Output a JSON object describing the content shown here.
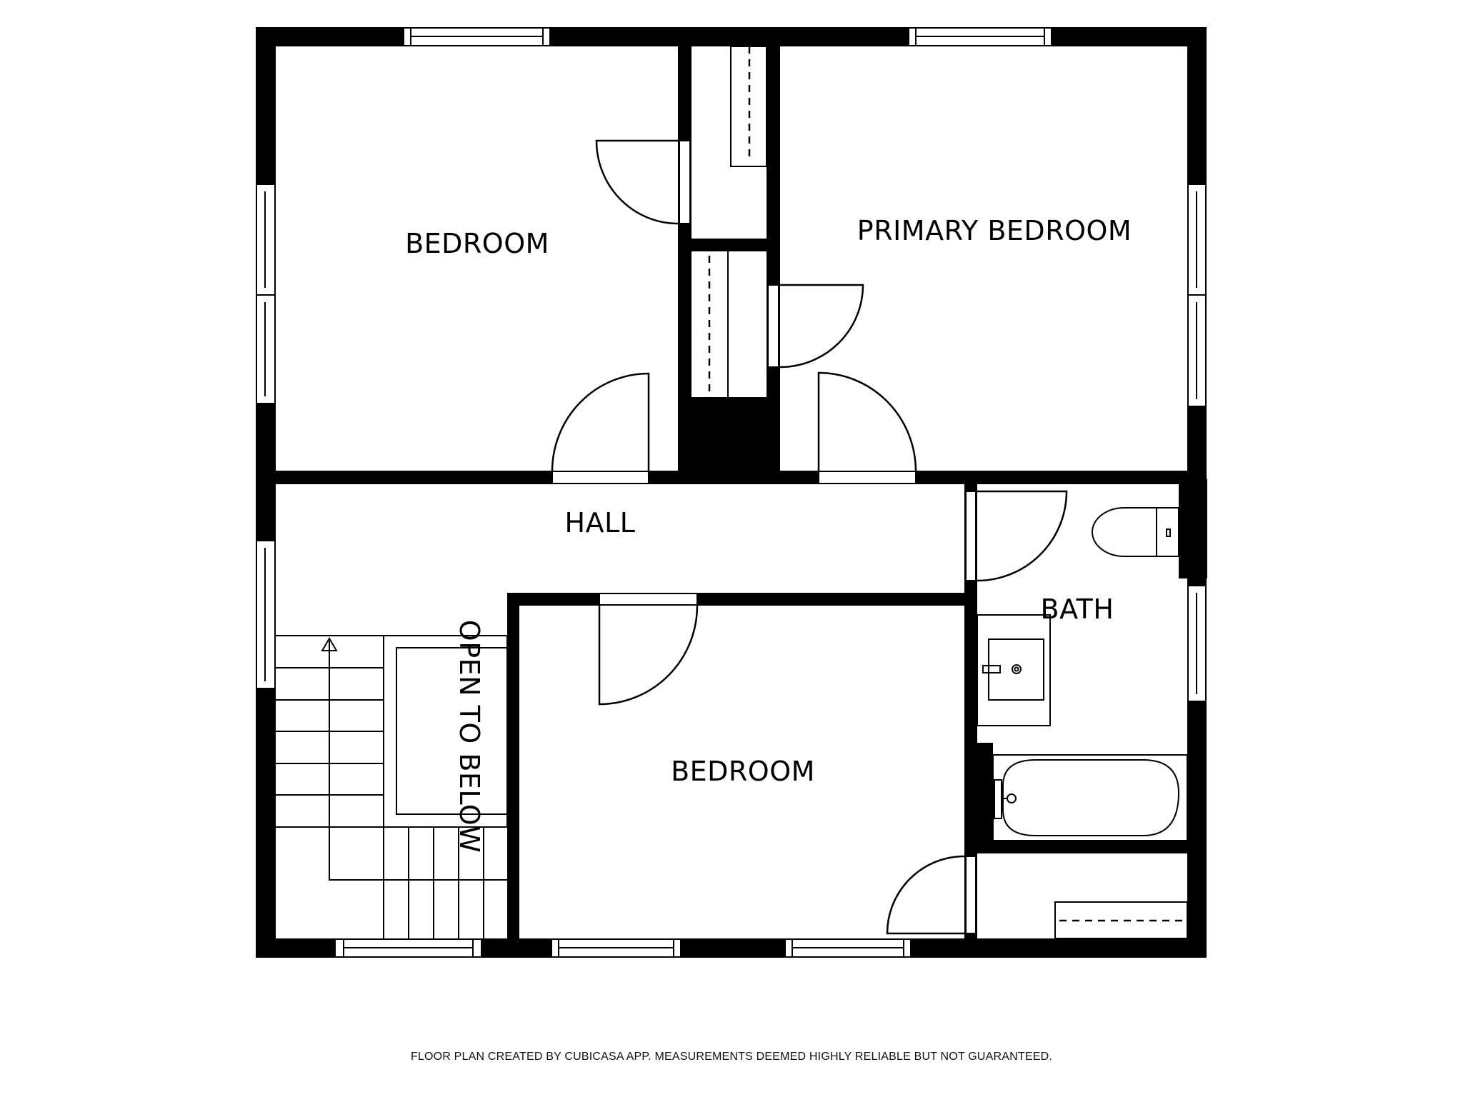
{
  "plan": {
    "type": "floor-plan",
    "wall_color": "#000000",
    "background_color": "#ffffff",
    "rooms": [
      {
        "id": "bedroom-nw",
        "label": "BEDROOM"
      },
      {
        "id": "primary-bedroom",
        "label": "PRIMARY BEDROOM"
      },
      {
        "id": "hall",
        "label": "HALL"
      },
      {
        "id": "bath",
        "label": "BATH"
      },
      {
        "id": "bedroom-south",
        "label": "BEDROOM"
      },
      {
        "id": "stair-void",
        "label": "OPEN TO BELOW"
      }
    ]
  },
  "footer": {
    "disclaimer": "FLOOR PLAN CREATED BY CUBICASA APP. MEASUREMENTS DEEMED HIGHLY RELIABLE BUT NOT GUARANTEED."
  }
}
